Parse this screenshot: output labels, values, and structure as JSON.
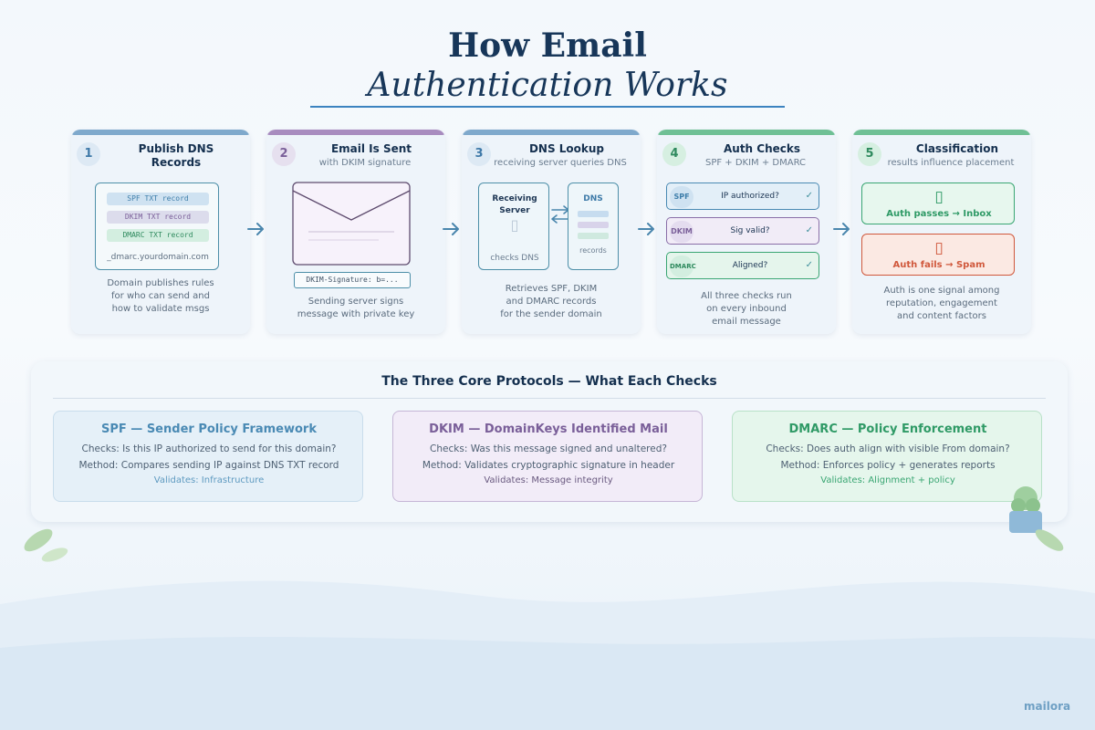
{
  "title": {
    "line1": "How Email",
    "line2": "Authentication Works"
  },
  "colors": {
    "accent": "#3c83c0",
    "spf": "#4a8ab4",
    "dkim": "#8a6fa8",
    "dmarc": "#2f9a66",
    "spam": "#d0583c"
  },
  "steps": [
    {
      "num": "1",
      "title_l1": "Publish DNS",
      "title_l2": "Records",
      "records": [
        "SPF TXT record",
        "DKIM TXT record",
        "DMARC TXT record"
      ],
      "host": "_dmarc.yourdomain.com",
      "desc": [
        "Domain publishes rules",
        "for who can send and",
        "how to validate msgs"
      ]
    },
    {
      "num": "2",
      "title": "Email Is Sent",
      "subtitle": "with DKIM signature",
      "signature": "DKIM-Signature: b=...",
      "desc": [
        "Sending server signs",
        "message with private key"
      ]
    },
    {
      "num": "3",
      "title": "DNS Lookup",
      "subtitle": "receiving server queries DNS",
      "receiver_l1": "Receiving",
      "receiver_l2": "Server",
      "receiver_caption": "checks DNS",
      "dns_label": "DNS",
      "dns_caption": "records",
      "desc": [
        "Retrieves SPF, DKIM",
        "and DMARC records",
        "for the sender domain"
      ]
    },
    {
      "num": "4",
      "title": "Auth Checks",
      "subtitle": "SPF + DKIM + DMARC",
      "checks": [
        {
          "tag": "SPF",
          "question": "IP authorized?",
          "mark": "✓"
        },
        {
          "tag": "DKIM",
          "question": "Sig valid?",
          "mark": "✓"
        },
        {
          "tag": "DMARC",
          "question": "Aligned?",
          "mark": "✓"
        }
      ],
      "desc": [
        "All three checks run",
        "on every inbound",
        "email message"
      ]
    },
    {
      "num": "5",
      "title": "Classification",
      "subtitle": "results influence placement",
      "pass": "Auth passes → Inbox",
      "fail": "Auth fails → Spam",
      "desc": [
        "Auth is one signal among",
        "reputation, engagement",
        "and content factors"
      ]
    }
  ],
  "protocols": {
    "title": "The Three Core Protocols — What Each Checks",
    "items": [
      {
        "name": "SPF — Sender Policy Framework",
        "checks": "Checks: Is this IP authorized to send for this domain?",
        "method": "Method: Compares sending IP against DNS TXT record",
        "validates": "Validates: Infrastructure"
      },
      {
        "name": "DKIM — DomainKeys Identified Mail",
        "checks": "Checks: Was this message signed and unaltered?",
        "method": "Method: Validates cryptographic signature in header",
        "validates": "Validates: Message integrity"
      },
      {
        "name": "DMARC — Policy Enforcement",
        "checks": "Checks: Does auth align with visible From domain?",
        "method": "Method: Enforces policy + generates reports",
        "validates": "Validates: Alignment + policy"
      }
    ]
  },
  "brand": "mailora"
}
